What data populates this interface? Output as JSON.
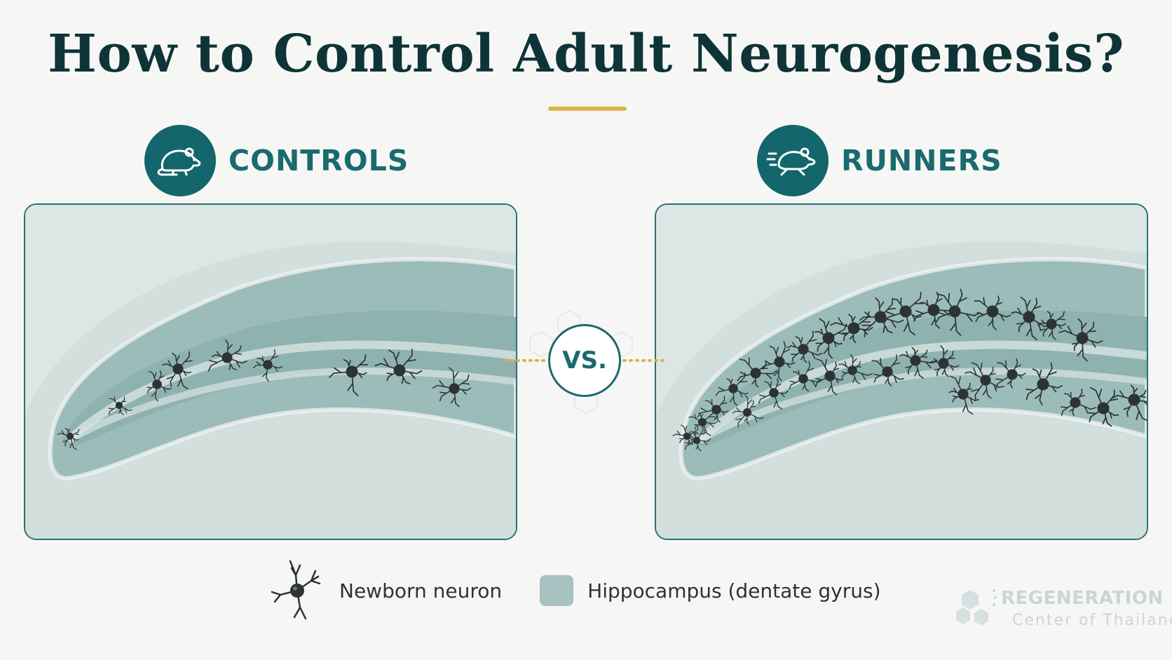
{
  "title": "How to Control Adult Neurogenesis?",
  "groups": [
    {
      "label": "CONTROLS",
      "icon": "mouse-resting-icon"
    },
    {
      "label": "RUNNERS",
      "icon": "mouse-running-icon"
    }
  ],
  "vs_label": "VS.",
  "legend": {
    "neuron_label": "Newborn neuron",
    "tissue_label": "Hippocampus (dentate gyrus)"
  },
  "brand": {
    "name": "REGENERATION",
    "sub": "Center of Thailand"
  },
  "colors": {
    "title": "#0e3438",
    "accent": "#dcb54a",
    "teal": "#13666b",
    "tissue": "#a7c2c0",
    "neuron": "#2c3334"
  }
}
